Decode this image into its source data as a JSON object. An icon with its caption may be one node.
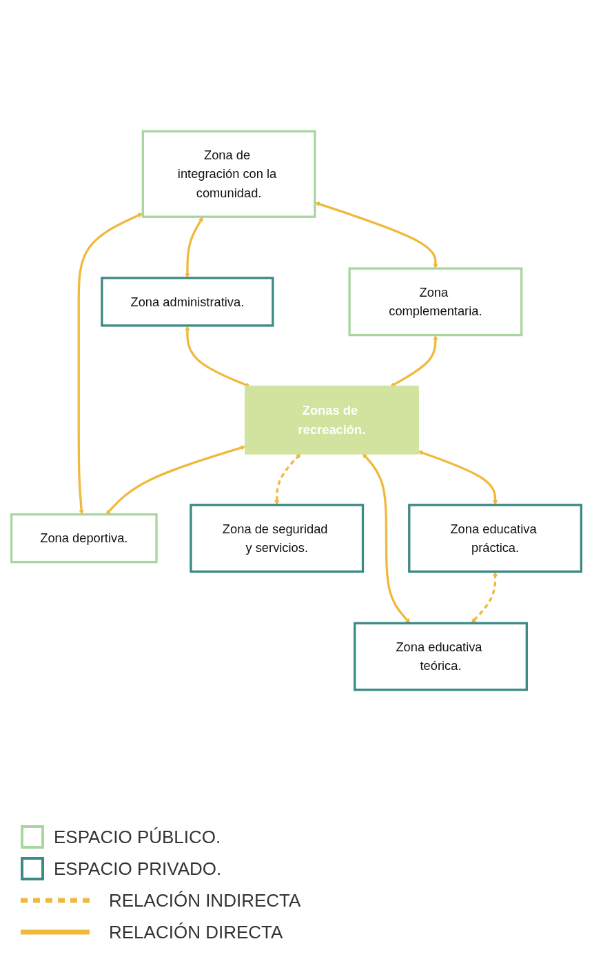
{
  "diagram": {
    "nodes": [
      {
        "text": [
          "Zona de integración con la comunidad."
        ]
      },
      {
        "text": [
          "Zona administrativa."
        ]
      },
      {
        "text": [
          "Zona complementaria."
        ]
      },
      {
        "text": [
          "Zonas de recreación."
        ]
      },
      {
        "text": [
          "Zona deportiva."
        ]
      },
      {
        "text": [
          "Zona de seguridad y servicios."
        ]
      },
      {
        "text": [
          "Zona educativa teórica."
        ]
      },
      {
        "text": [
          "Zona educativa práctica."
        ]
      }
    ],
    "edges": [
      {
        "from": 0,
        "to": 1,
        "arrow": "both"
      },
      {
        "from": 0,
        "to": 2,
        "arrow": "both"
      },
      {
        "from": 0,
        "to": 4,
        "arrow": "both"
      },
      {
        "from": 1,
        "to": 3,
        "arrow": "both"
      },
      {
        "from": 2,
        "to": 3,
        "arrow": "both"
      },
      {
        "from": 3,
        "to": 4,
        "arrow": "both"
      },
      {
        "from": 3,
        "to": 5,
        "arrow": "both",
        "style": "dashed"
      },
      {
        "from": 3,
        "to": 6,
        "arrow": "both"
      },
      {
        "from": 3,
        "to": 7,
        "arrow": "both"
      },
      {
        "from": 7,
        "to": 6,
        "arrow": "both",
        "style": "dashed"
      }
    ],
    "legend": [
      {
        "text": "ESPACIO PÚBLICO.",
        "color": "#a9d6a0"
      },
      {
        "text": "ESPACIO PRIVADO.",
        "color": "#3b8a84"
      },
      {
        "text": "RELACIÓN INDIRECTA"
      },
      {
        "text": "RELACIÓN DIRECTA"
      }
    ]
  }
}
